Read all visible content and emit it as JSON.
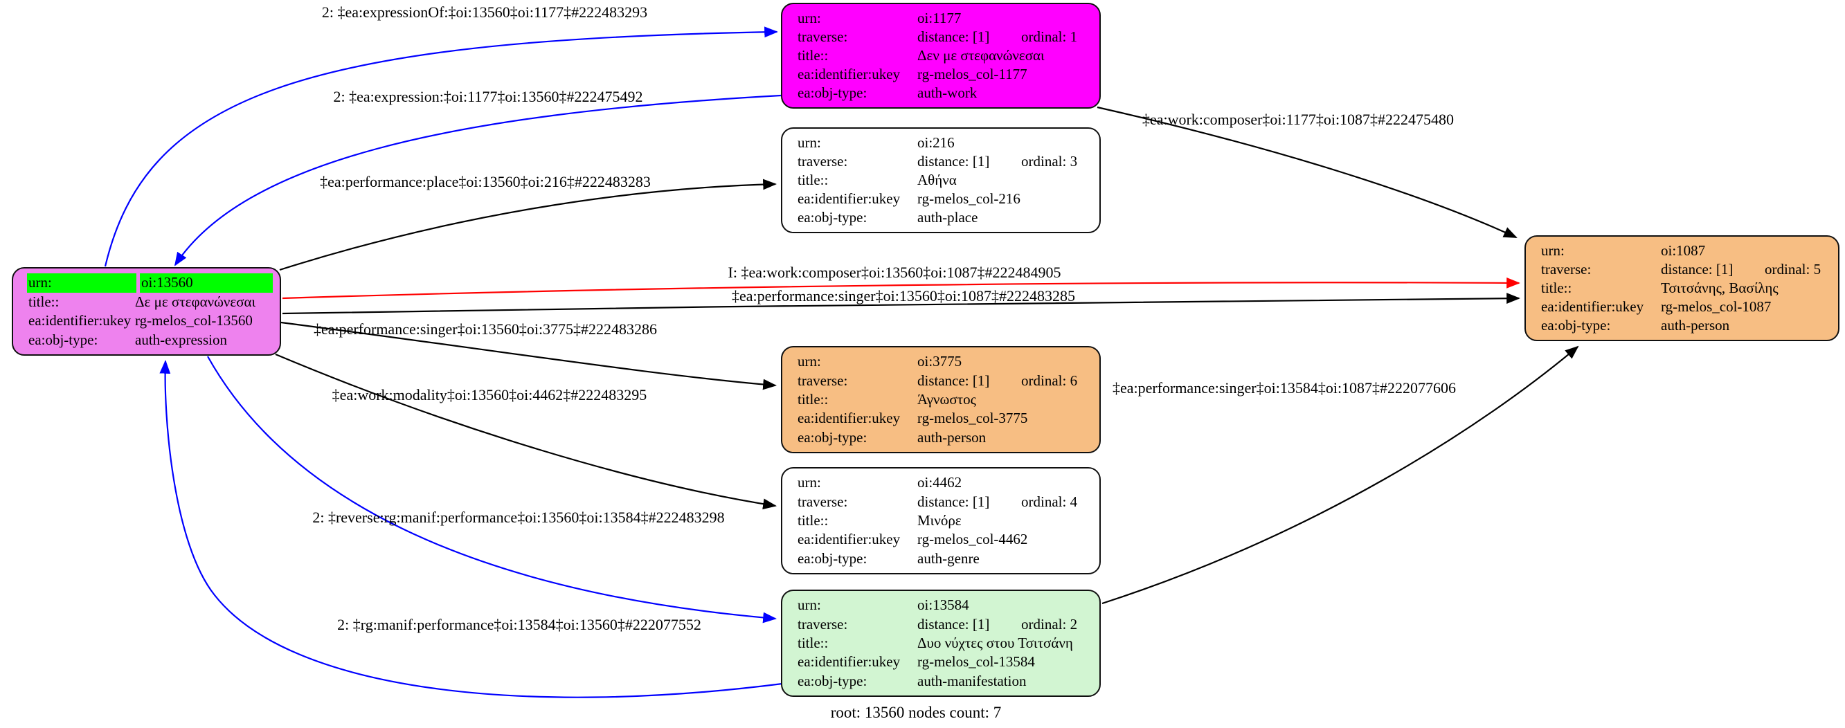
{
  "caption": "root: 13560 nodes count: 7",
  "field_labels": {
    "urn": "urn:",
    "traverse": "traverse:",
    "title": "title::",
    "ukey": "ea:identifier:ukey",
    "objtype": "ea:obj-type:"
  },
  "colors": {
    "root_fill": "#EE82EE",
    "root_urn_highlight": "#00FF00",
    "work_fill": "#FF00FF",
    "person_fill": "#F7BE83",
    "manifestation_fill": "#D2F5D2",
    "plain_fill": "#FFFFFF",
    "edge_black": "#000000",
    "edge_blue": "#0000FF",
    "edge_red": "#FF0000"
  },
  "nodes": [
    {
      "id": "n13560",
      "urn": "oi:13560",
      "urn_highlight": true,
      "title": "Δε με στεφανώνεσαι",
      "ukey": "rg-melos_col-13560",
      "objtype": "auth-expression",
      "fill": "#EE82EE"
    },
    {
      "id": "n1177",
      "urn": "oi:1177",
      "traverse": {
        "distance": "distance: [1]",
        "ordinal": "ordinal: 1"
      },
      "title": "Δεν με στεφανώνεσαι",
      "ukey": "rg-melos_col-1177",
      "objtype": "auth-work",
      "fill": "#FF00FF"
    },
    {
      "id": "n216",
      "urn": "oi:216",
      "traverse": {
        "distance": "distance: [1]",
        "ordinal": "ordinal: 3"
      },
      "title": "Αθήνα",
      "ukey": "rg-melos_col-216",
      "objtype": "auth-place",
      "fill": "#FFFFFF"
    },
    {
      "id": "n3775",
      "urn": "oi:3775",
      "traverse": {
        "distance": "distance: [1]",
        "ordinal": "ordinal: 6"
      },
      "title": "Άγνωστος",
      "ukey": "rg-melos_col-3775",
      "objtype": "auth-person",
      "fill": "#F7BE83"
    },
    {
      "id": "n4462",
      "urn": "oi:4462",
      "traverse": {
        "distance": "distance: [1]",
        "ordinal": "ordinal: 4"
      },
      "title": "Μινόρε",
      "ukey": "rg-melos_col-4462",
      "objtype": "auth-genre",
      "fill": "#FFFFFF"
    },
    {
      "id": "n13584",
      "urn": "oi:13584",
      "traverse": {
        "distance": "distance: [1]",
        "ordinal": "ordinal: 2"
      },
      "title": "Δυο νύχτες στου Τσιτσάνη",
      "ukey": "rg-melos_col-13584",
      "objtype": "auth-manifestation",
      "fill": "#D2F5D2"
    },
    {
      "id": "n1087",
      "urn": "oi:1087",
      "traverse": {
        "distance": "distance: [1]",
        "ordinal": "ordinal: 5"
      },
      "title": "Τσιτσάνης, Βασίλης",
      "ukey": "rg-melos_col-1087",
      "objtype": "auth-person",
      "fill": "#F7BE83"
    }
  ],
  "edges": [
    {
      "id": "expressionOf",
      "label": "2: ‡ea:expressionOf:‡oi:13560‡oi:1177‡#222483293",
      "color": "#0000FF"
    },
    {
      "id": "expression",
      "label": "2: ‡ea:expression:‡oi:1177‡oi:13560‡#222475492",
      "color": "#0000FF"
    },
    {
      "id": "perf-place",
      "label": "‡ea:performance:place‡oi:13560‡oi:216‡#222483283",
      "color": "#000000"
    },
    {
      "id": "work-composer-13560-1087",
      "label": "I: ‡ea:work:composer‡oi:13560‡oi:1087‡#222484905",
      "color": "#FF0000"
    },
    {
      "id": "perf-singer-13560-1087",
      "label": "‡ea:performance:singer‡oi:13560‡oi:1087‡#222483285",
      "color": "#000000"
    },
    {
      "id": "perf-singer-13560-3775",
      "label": "‡ea:performance:singer‡oi:13560‡oi:3775‡#222483286",
      "color": "#000000"
    },
    {
      "id": "work-modality",
      "label": "‡ea:work:modality‡oi:13560‡oi:4462‡#222483295",
      "color": "#000000"
    },
    {
      "id": "reverse-manif-performance",
      "label": "2: ‡reverse:rg:manif:performance‡oi:13560‡oi:13584‡#222483298",
      "color": "#0000FF"
    },
    {
      "id": "manif-performance",
      "label": "2: ‡rg:manif:performance‡oi:13584‡oi:13560‡#222077552",
      "color": "#0000FF"
    },
    {
      "id": "work-composer-1177-1087",
      "label": "‡ea:work:composer‡oi:1177‡oi:1087‡#222475480",
      "color": "#000000"
    },
    {
      "id": "perf-singer-13584-1087",
      "label": "‡ea:performance:singer‡oi:13584‡oi:1087‡#222077606",
      "color": "#000000"
    }
  ]
}
